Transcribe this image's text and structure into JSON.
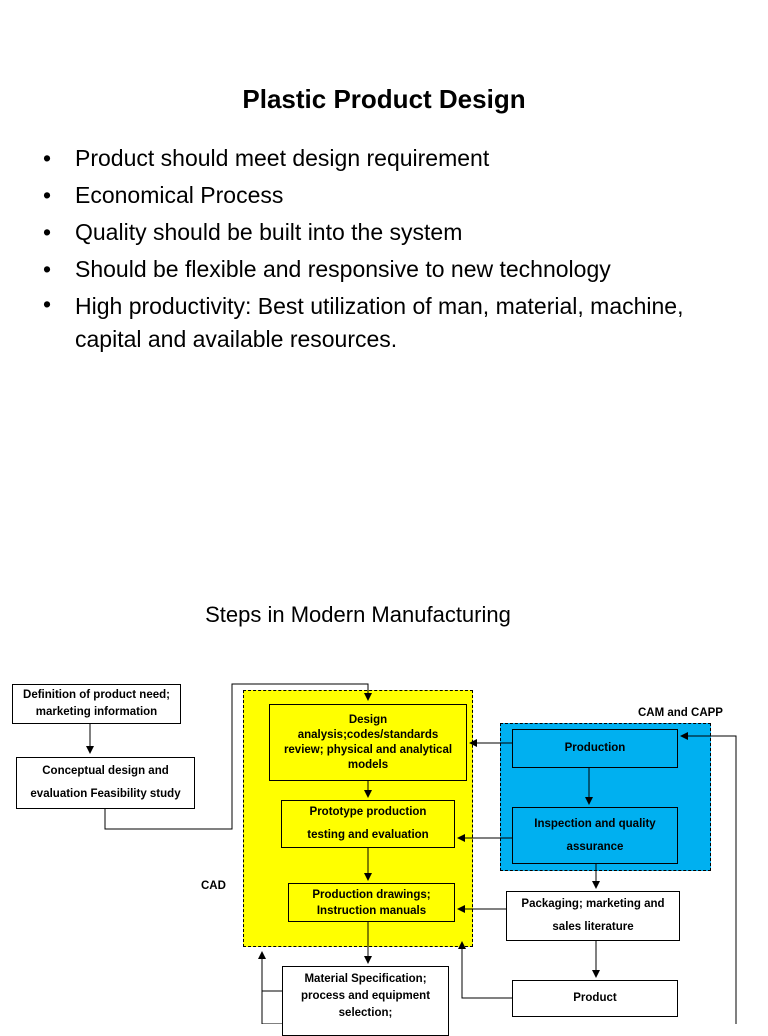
{
  "title": "Plastic Product Design",
  "bullets": [
    "Product should meet design requirement",
    "Economical Process",
    "Quality should be built into the system",
    "Should be flexible and responsive to new technology",
    "High productivity: Best utilization of man, material, machine, capital and available resources."
  ],
  "bullet_glyph": "•",
  "diagram": {
    "title": "Steps in Modern Manufacturing",
    "cad_label": "CAD",
    "cam_label": "CAM and CAPP",
    "zone_colors": {
      "cad": "#ffff00",
      "cam": "#00b0f0"
    },
    "boxes": {
      "product_need": "Definition of product need; marketing information",
      "conceptual_design": "Conceptual design and evaluation Feasibility study",
      "design_analysis": "Design analysis;codes/standards review; physical and analytical models",
      "prototype": "Prototype production testing and evaluation",
      "production_drawings": "Production drawings; Instruction manuals",
      "material_spec": "Material Specification; process and equipment selection;",
      "production": "Production",
      "inspection": "Inspection and quality assurance",
      "packaging": "Packaging; marketing and sales literature",
      "product": "Product"
    }
  }
}
